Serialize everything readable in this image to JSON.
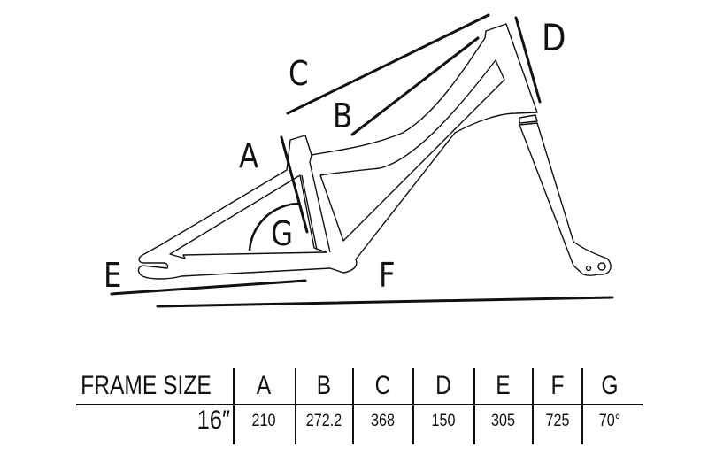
{
  "diagram": {
    "labels": {
      "A": "A",
      "B": "B",
      "C": "C",
      "D": "D",
      "E": "E",
      "F": "F",
      "G": "G"
    }
  },
  "table": {
    "header_label": "FRAME SIZE",
    "columns": [
      "A",
      "B",
      "C",
      "D",
      "E",
      "F",
      "G"
    ],
    "rows": [
      {
        "size": "16″",
        "values": [
          "210",
          "272.2",
          "368",
          "150",
          "305",
          "725",
          "70°"
        ]
      }
    ]
  }
}
